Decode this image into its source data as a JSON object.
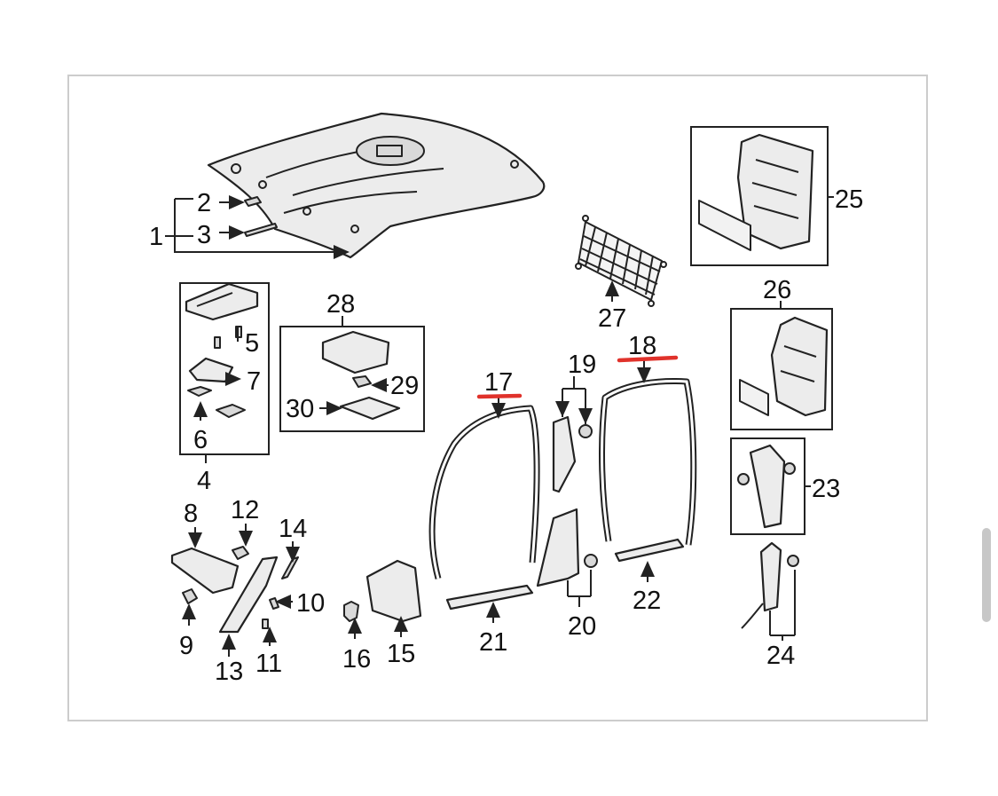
{
  "labels": {
    "l1": "1",
    "l2": "2",
    "l3": "3",
    "l4": "4",
    "l5": "5",
    "l6": "6",
    "l7": "7",
    "l8": "8",
    "l9": "9",
    "l10": "10",
    "l11": "11",
    "l12": "12",
    "l13": "13",
    "l14": "14",
    "l15": "15",
    "l16": "16",
    "l17": "17",
    "l18": "18",
    "l19": "19",
    "l20": "20",
    "l21": "21",
    "l22": "22",
    "l23": "23",
    "l24": "24",
    "l25": "25",
    "l26": "26",
    "l27": "27",
    "l28": "28",
    "l29": "29",
    "l30": "30"
  },
  "highlighted_parts": [
    "17",
    "18"
  ],
  "colors": {
    "highlight": "#e0322b",
    "line": "#222222",
    "frame_border": "#cccccc",
    "scrollbar": "#c7c7c7"
  }
}
